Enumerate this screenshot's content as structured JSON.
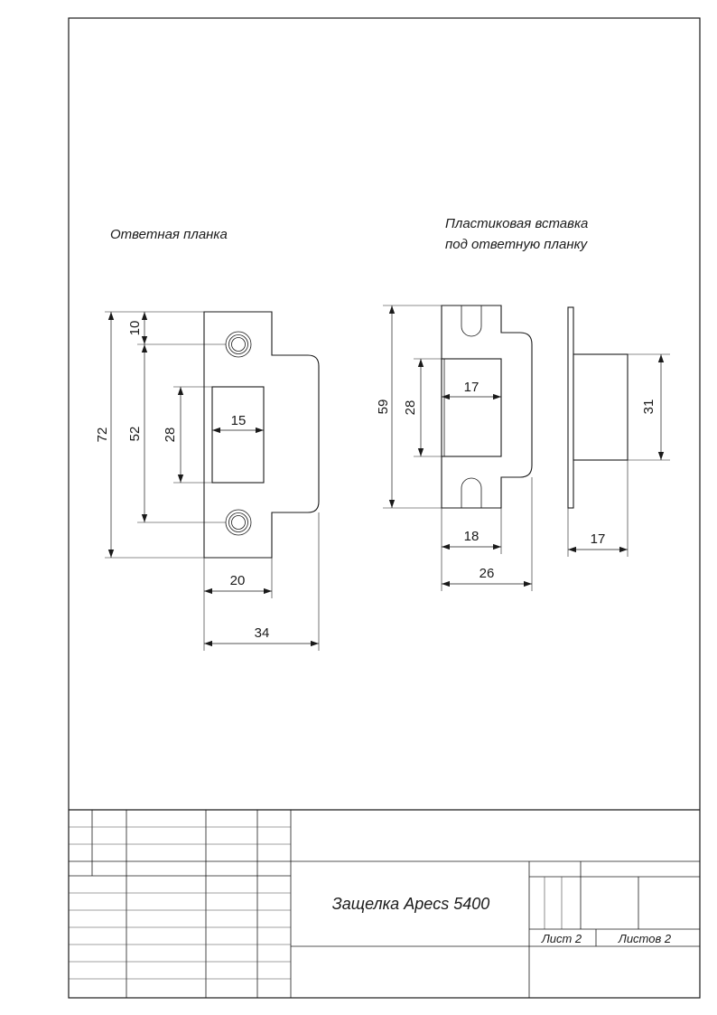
{
  "captions": {
    "strike_plate": "Ответная планка",
    "plastic_insert_line1": "Пластиковая вставка",
    "plastic_insert_line2": "под ответную планку"
  },
  "dimensions": {
    "strike_plate": {
      "hole_offset": "10",
      "total_height": "72",
      "hole_spacing": "52",
      "slot_height": "28",
      "slot_width": "15",
      "plate_width": "20",
      "total_width": "34"
    },
    "insert_front": {
      "total_height": "59",
      "slot_height": "28",
      "slot_width": "17",
      "body_width": "18",
      "total_width": "26"
    },
    "insert_side": {
      "height": "31",
      "depth": "17"
    }
  },
  "title_block": {
    "title": "Защелка Apecs 5400",
    "sheet": "Лист 2",
    "sheets_total": "Листов 2"
  }
}
